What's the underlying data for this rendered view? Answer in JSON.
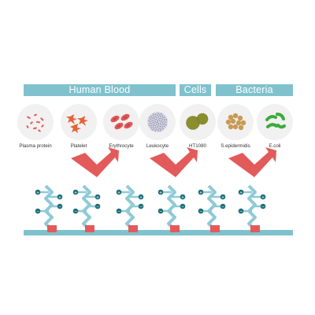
{
  "banners": {
    "human_blood": "Human Blood",
    "cells": "Cells",
    "bacteria": "Bacteria"
  },
  "items": [
    {
      "label": "Plasma protein"
    },
    {
      "label": "Platelet"
    },
    {
      "label": "Erythrocyte"
    },
    {
      "label": "Leukocyte"
    },
    {
      "label": "HT1080"
    },
    {
      "label": "S.epidermidis"
    },
    {
      "label": "E.coli"
    }
  ],
  "colors": {
    "banner": "#7fc2cd",
    "surface": "#7fc2cd",
    "arrow": "#e35a5a",
    "anchor": "#e35a5a",
    "polymer_chain": "#8fcad6",
    "charge_bead": "#1f6f7a",
    "circle_bg": "#f1f1f1",
    "plasma_protein": "#e15a5a",
    "platelet": "#e56438",
    "erythrocyte": "#e25757",
    "leukocyte": "#b7b7c9",
    "ht1080": "#8a8e2d",
    "s_epidermidis": "#c89a55",
    "e_coli": "#3daa3d"
  },
  "icons": [
    "plasma-protein-icon",
    "platelet-icon",
    "erythrocyte-icon",
    "leukocyte-icon",
    "ht1080-cell-icon",
    "s-epidermidis-icon",
    "e-coli-icon",
    "repel-arrow-icon",
    "zwitterionic-brush-icon"
  ],
  "charge_symbols": {
    "positive": "+",
    "negative": "−"
  }
}
